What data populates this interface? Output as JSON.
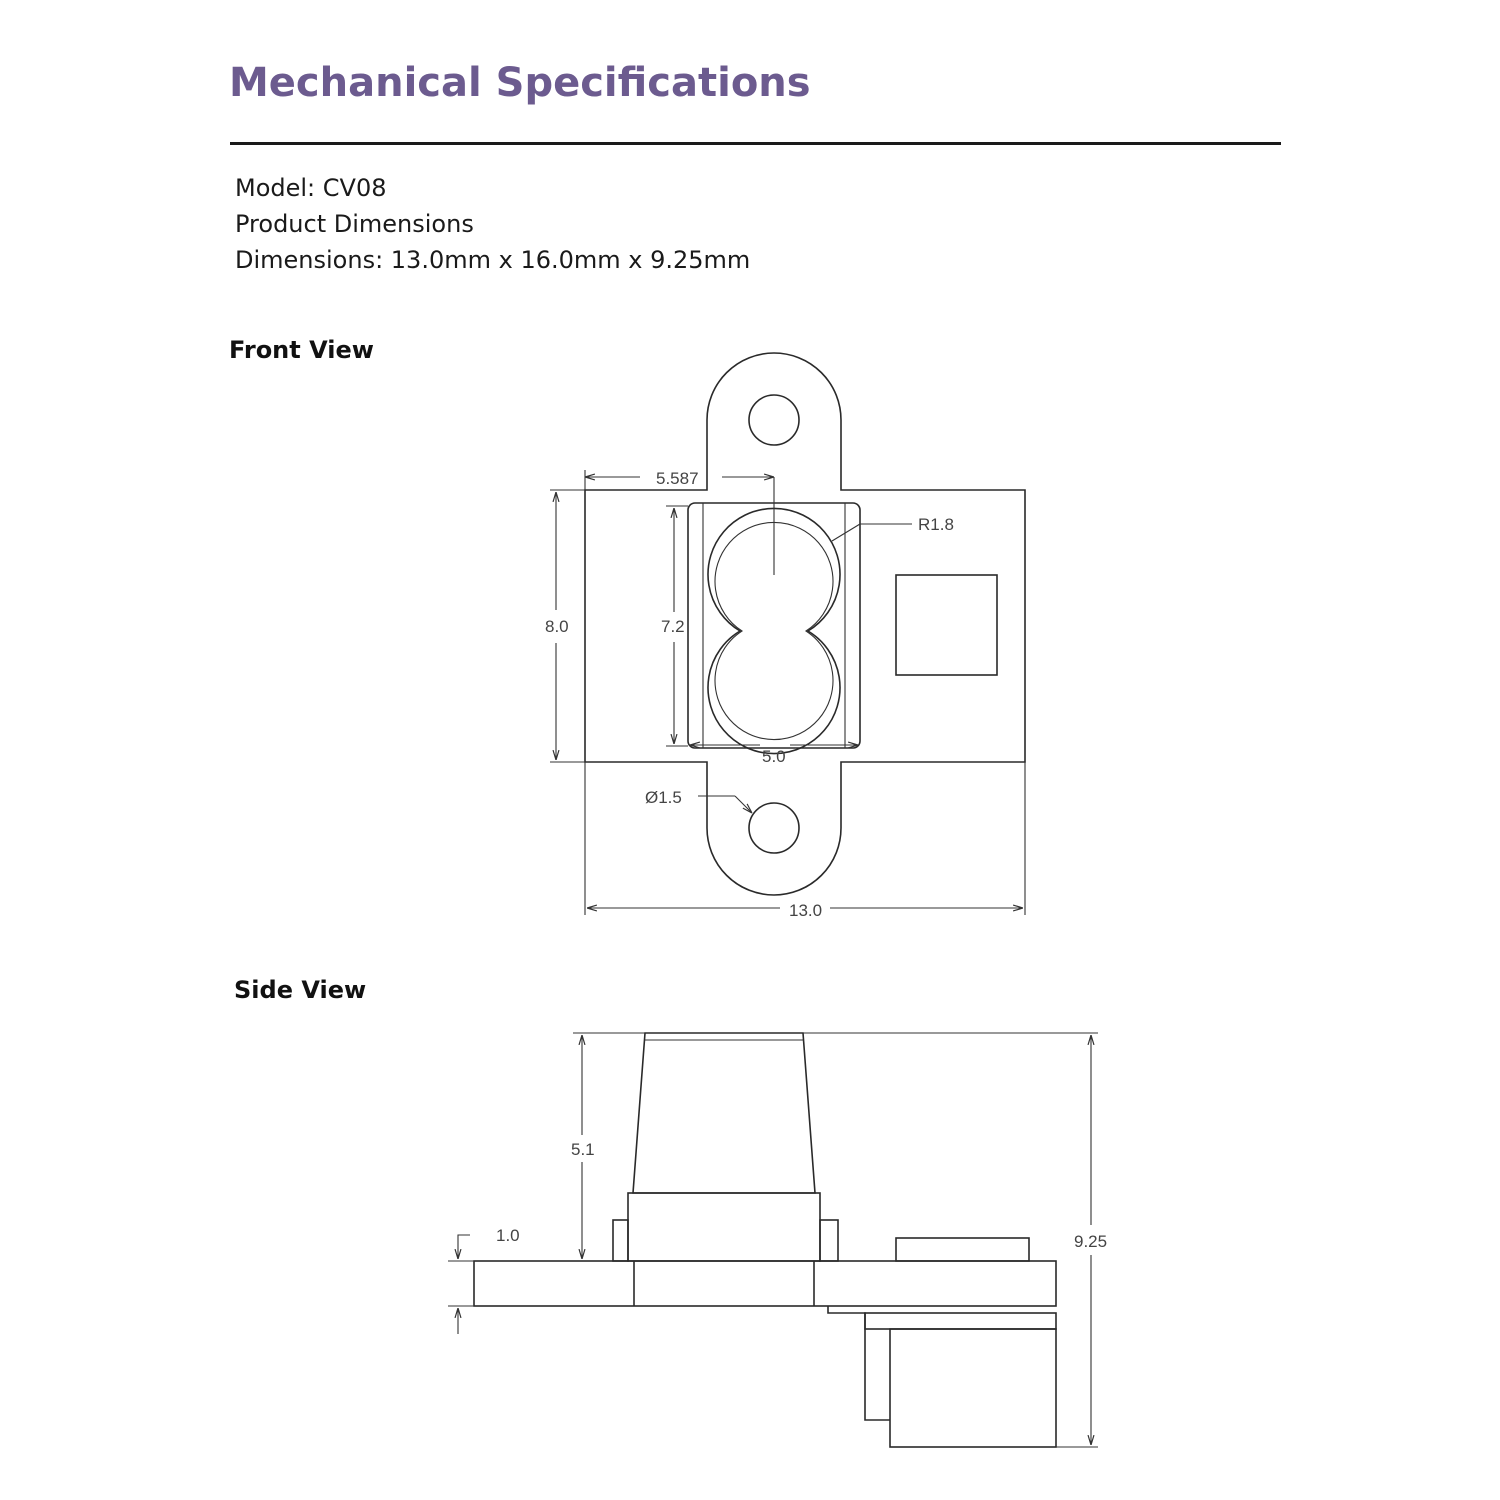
{
  "header": {
    "title": "Mechanical Specifications"
  },
  "specs": {
    "model": "Model: CV08",
    "product": "Product Dimensions",
    "dimensions": "Dimensions: 13.0mm x 16.0mm x 9.25mm"
  },
  "front_view": {
    "heading": "Front View",
    "labels": {
      "offset": "5.587",
      "radius": "R1.8",
      "height_outer": "8.0",
      "height_inner": "7.2",
      "width_inner": "5.0",
      "hole_diameter": "Ø1.5",
      "width_outer": "13.0"
    }
  },
  "side_view": {
    "heading": "Side View",
    "labels": {
      "lens_height": "5.1",
      "board_thickness": "1.0",
      "total_height": "9.25"
    }
  }
}
